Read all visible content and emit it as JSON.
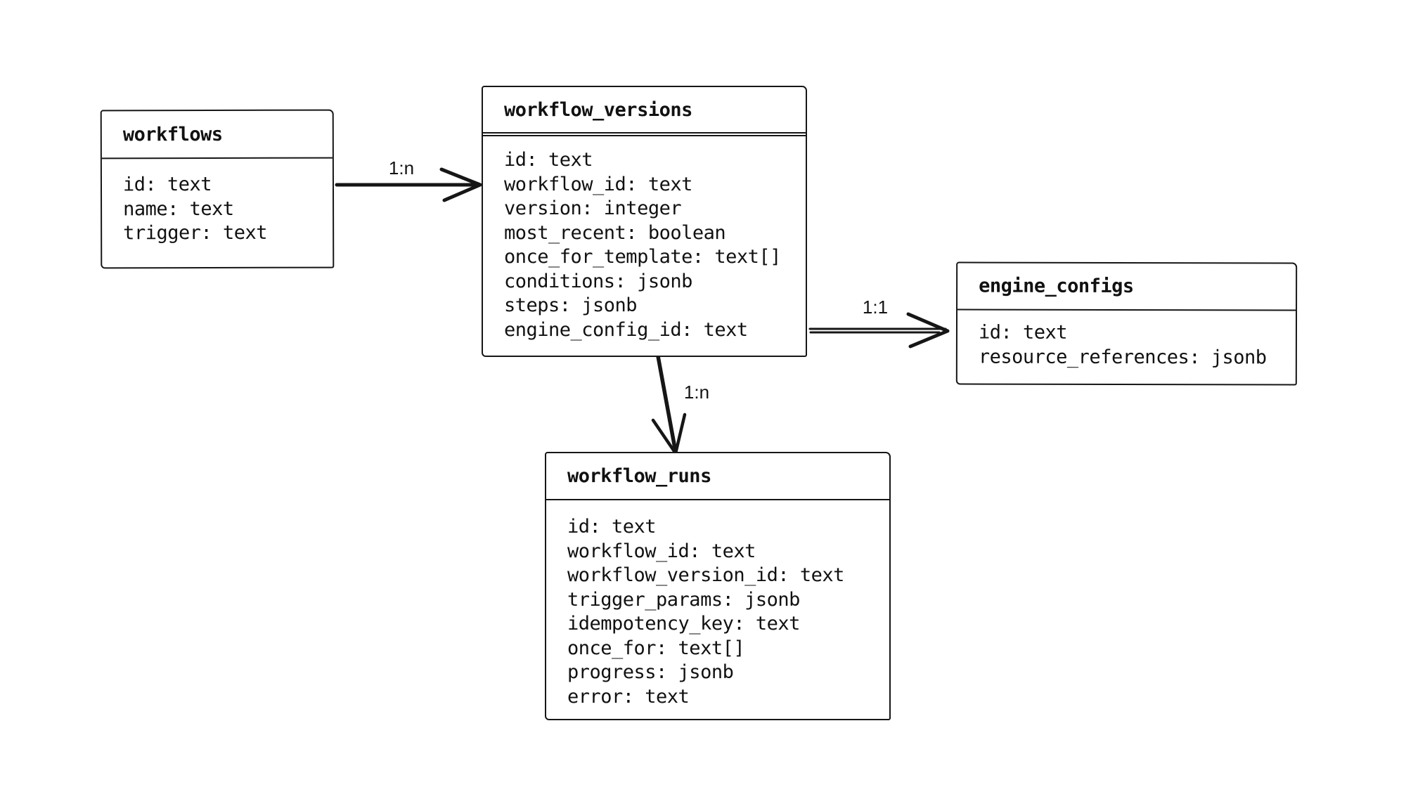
{
  "diagram": {
    "kind": "entity-relationship",
    "colors": {
      "stroke": "#161616",
      "background": "#ffffff",
      "text": "#111111"
    },
    "tables": [
      {
        "title": "workflows",
        "fields": [
          "id: text",
          "name: text",
          "trigger: text"
        ]
      },
      {
        "title": "workflow_versions",
        "fields": [
          "id: text",
          "workflow_id: text",
          "version: integer",
          "most_recent: boolean",
          "once_for_template: text[]",
          "conditions: jsonb",
          "steps: jsonb",
          "engine_config_id: text"
        ]
      },
      {
        "title": "engine_configs",
        "fields": [
          "id: text",
          "resource_references: jsonb"
        ]
      },
      {
        "title": "workflow_runs",
        "fields": [
          "id: text",
          "workflow_id: text",
          "workflow_version_id: text",
          "trigger_params: jsonb",
          "idempotency_key: text",
          "once_for: text[]",
          "progress: jsonb",
          "error: text"
        ]
      }
    ],
    "relations": [
      {
        "from": "workflows",
        "to": "workflow_versions",
        "label": "1:n"
      },
      {
        "from": "workflow_versions",
        "to": "engine_configs",
        "label": "1:1"
      },
      {
        "from": "workflow_versions",
        "to": "workflow_runs",
        "label": "1:n"
      }
    ]
  }
}
